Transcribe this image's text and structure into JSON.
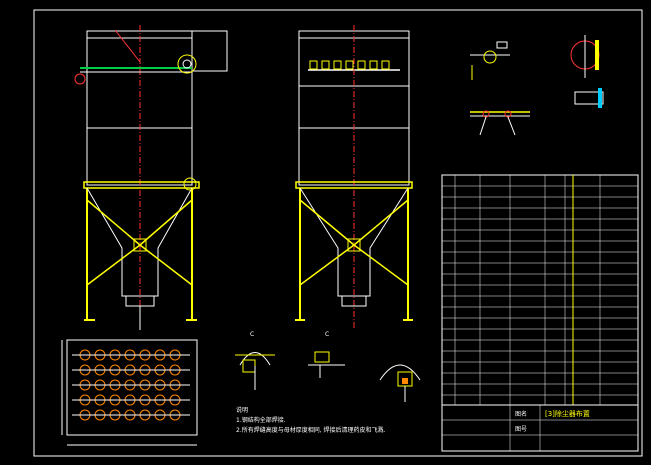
{
  "sheet": {
    "background": "#000000",
    "colors": {
      "border": "#ffffff",
      "structure": "#ffff00",
      "outline": "#ffffff",
      "centerline": "#ff3333",
      "pipe": "#00cc44",
      "hatch": "#ff8800",
      "accent": "#00ffff"
    }
  },
  "views": {
    "front_view": "front elevation of dust collector",
    "side_view": "side elevation of dust collector",
    "plan_view": "plan view of filter bag layout",
    "detail_views": [
      "nozzle detail",
      "flange detail",
      "pipe joint detail"
    ],
    "section_views": [
      "section C",
      "section C2",
      "section detail"
    ]
  },
  "section_labels": {
    "c1": "C",
    "c2": "C"
  },
  "notes": {
    "heading": "说明",
    "line1": "1.钢结构全部焊接.",
    "line2": "2.所有焊缝高度与母材厚度相同, 焊接后清理药皮和飞溅."
  },
  "title_block": {
    "title": "[3]除尘器布置",
    "label_name": "图名",
    "label_no": "图号"
  }
}
